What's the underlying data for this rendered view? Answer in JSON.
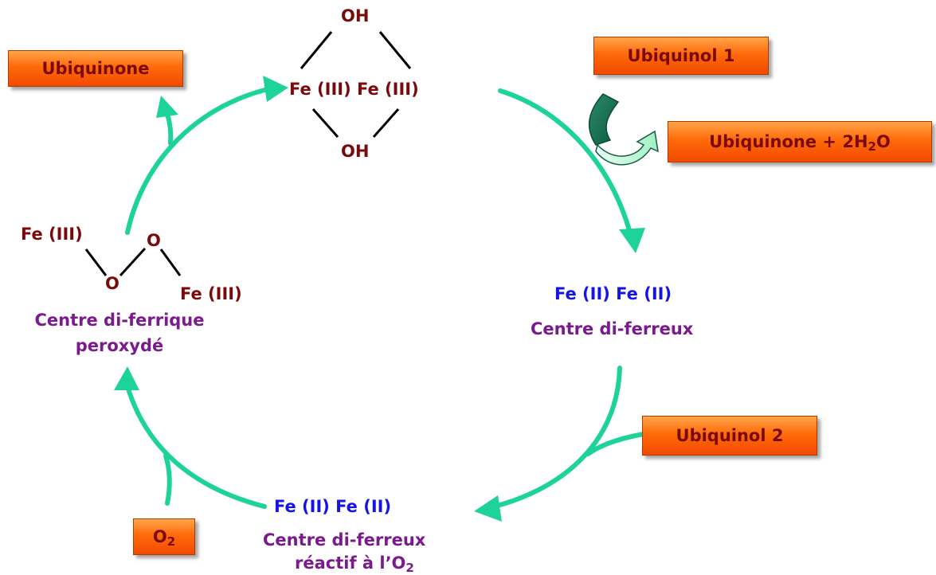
{
  "top_complex": {
    "oh_top": "OH",
    "fe_pair": "Fe (III) Fe (III)",
    "oh_bottom": "OH"
  },
  "right_state": {
    "fe_pair": "Fe (II) Fe (II)",
    "label": "Centre di-ferreux"
  },
  "bottom_state": {
    "fe_pair": "Fe (II) Fe (II)",
    "label_line1": "Centre di-ferreux",
    "label_line2_prefix": "réactif à l’O",
    "label_line2_sub": "2"
  },
  "left_complex": {
    "fe_left": "Fe (III)",
    "o_top": "O",
    "o_bottom": "O",
    "fe_right": "Fe (III)",
    "label_line1": "Centre di-ferrique",
    "label_line2": "peroxydé"
  },
  "boxes": {
    "ubiquinone": "Ubiquinone",
    "ubiquinol_1": "Ubiquinol 1",
    "ubiquinone_water_prefix": "Ubiquinone + 2H",
    "ubiquinone_water_sub": "2",
    "ubiquinone_water_suffix": "O",
    "ubiquinol_2": "Ubiquinol 2",
    "oxygen_prefix": "O",
    "oxygen_sub": "2"
  },
  "colors": {
    "cycle_arrow": "#1ed39a",
    "fe3_text": "#7a0a0a",
    "fe2_text": "#1414e6",
    "state_label": "#7a1a8c",
    "box_fill": "#ff6a0a"
  }
}
